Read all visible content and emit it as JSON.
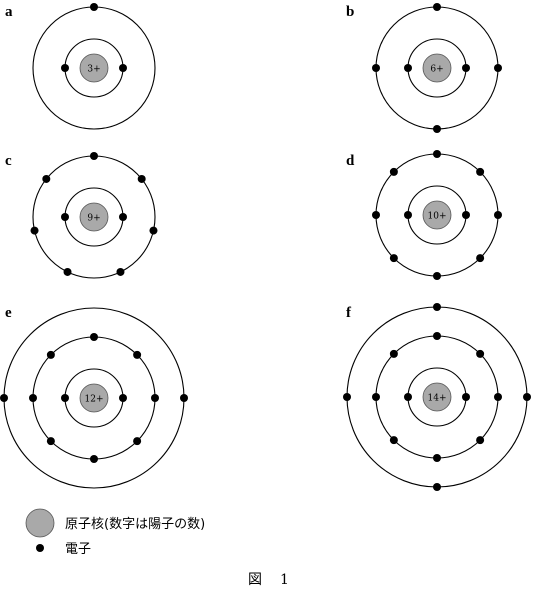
{
  "atoms": [
    {
      "label": "a",
      "nucleus_text": "3+",
      "shells": [
        2,
        1
      ]
    },
    {
      "label": "b",
      "nucleus_text": "6+",
      "shells": [
        2,
        4
      ]
    },
    {
      "label": "c",
      "nucleus_text": "9+",
      "shells": [
        2,
        7
      ]
    },
    {
      "label": "d",
      "nucleus_text": "10+",
      "shells": [
        2,
        8
      ]
    },
    {
      "label": "e",
      "nucleus_text": "12+",
      "shells": [
        2,
        8,
        2
      ]
    },
    {
      "label": "f",
      "nucleus_text": "14+",
      "shells": [
        2,
        8,
        4
      ]
    }
  ],
  "legend": {
    "nucleus_label": "原子核(数字は陽子の数)",
    "electron_label": "電子"
  },
  "caption": {
    "prefix": "図",
    "number": "1"
  },
  "colors": {
    "nucleus_fill": "#a9a9a9",
    "line": "#000000"
  }
}
